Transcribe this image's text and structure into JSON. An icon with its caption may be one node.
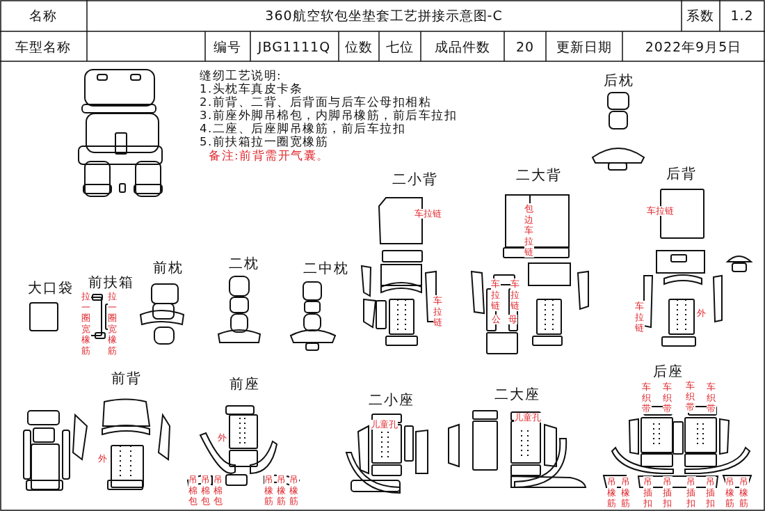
{
  "diagram": {
    "title": "360航空软包坐垫套工艺拼接示意图-C",
    "labels": [
      "名称",
      "系数",
      "1.2",
      "车型名称",
      "编号",
      "JBG1111Q",
      "位数",
      "七位",
      "成品件数",
      "20",
      "更新日期",
      "2022年9月5日",
      "缝纫工艺说明:",
      "1.头枕车真皮卡条",
      "2.前背、二背、后背面与后车公母扣相粘",
      "3.前座外脚吊棉包，内脚吊橡筋，前后车拉扣",
      "4.二座、后座脚吊橡筋，前后车拉扣",
      "5.前扶箱拉一圈宽橡筋",
      "备注:前背需开气囊。",
      "后枕",
      "二小背",
      "二大背",
      "后背",
      "车拉链",
      "包边车拉链",
      "车拉链",
      "大口袋",
      "前扶箱",
      "前枕",
      "二枕",
      "二中枕",
      "拉一圈宽橡筋",
      "拉一圈宽橡筋",
      "车拉链",
      "车拉链",
      "车拉链",
      "公",
      "母",
      "车拉链",
      "外",
      "前背",
      "前座",
      "后座",
      "车织带",
      "车织带",
      "车织带",
      "车织带",
      "二大座",
      "二小座",
      "外",
      "外",
      "儿童孔",
      "儿童孔",
      "吊棉包",
      "吊棉包",
      "吊棉包",
      "吊橡筋",
      "吊橡筋",
      "吊橡筋",
      "吊橡筋",
      "吊橡筋",
      "吊插扣",
      "吊插扣",
      "吊插扣",
      "吊插扣",
      "吊橡筋",
      "吊橡筋"
    ]
  }
}
